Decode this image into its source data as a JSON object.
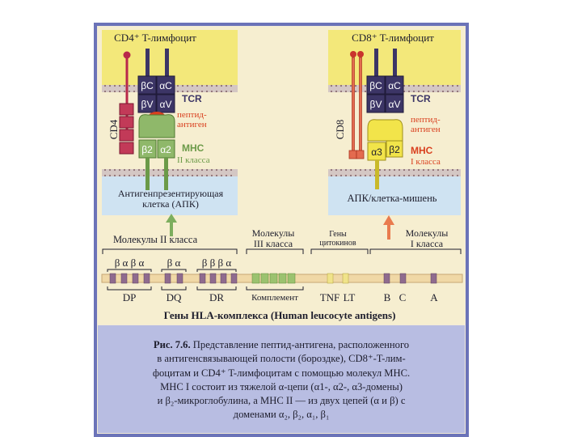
{
  "left_panel": {
    "title": "CD4⁺ T-лимфоцит",
    "coreceptor": "CD4",
    "tcr": "TCR",
    "beta_c": "βC",
    "alpha_c": "αC",
    "beta_v": "βV",
    "alpha_v": "αV",
    "peptide_1": "пептид-",
    "peptide_2": "антиген",
    "mhc": "MHC",
    "mhc_class": "II класса",
    "dom_1": "β2",
    "dom_2": "α2",
    "apc_1": "Антигенпрезентирующая",
    "apc_2": "клетка (АПК)"
  },
  "right_panel": {
    "title": "CD8⁺ T-лимфоцит",
    "coreceptor": "CD8",
    "tcr": "TCR",
    "beta_c": "βC",
    "alpha_c": "αC",
    "beta_v": "βV",
    "alpha_v": "αV",
    "peptide_1": "пептид-",
    "peptide_2": "антиген",
    "mhc": "MHC",
    "mhc_class": "I класса",
    "dom_1": "α3",
    "dom_2": "β2",
    "apc": "АПК/клетка-мишень"
  },
  "gene_map": {
    "class2": "Молекулы  II класса",
    "class3_1": "Молекулы",
    "class3_2": "III класса",
    "cyto_1": "Гены",
    "cyto_2": "цитокинов",
    "class1_1": "Молекулы",
    "class1_2": "I класса",
    "dp_greek": "β α β α",
    "dq_greek": "β α",
    "dr_greek": "β β β α",
    "dp": "DP",
    "dq": "DQ",
    "dr": "DR",
    "complement": "Комплемент",
    "tnf": "TNF",
    "lt": "LT",
    "b": "B",
    "c": "C",
    "a": "A",
    "footer": "Гены HLA-комплекса (Human leucocyte antigens)"
  },
  "caption": {
    "title": "Рис. 7.6.",
    "line1": "Представление пептид-антигена, расположенного",
    "line2": "в антигенсвязывающей полости (бороздке), CD8⁺-T-лим-",
    "line3": "фоцитам и CD4⁺ T-лимфоцитам с помощью молекул MHC.",
    "line4": "MHC I состоит из тяжелой α-цепи (α1-, α2-, α3-домены)",
    "line5": "и β₂-микроглобулина, а MHC II — из двух цепей (α и β) с",
    "line6": "доменами α₂, β₂, α₁, β₁"
  },
  "colors": {
    "frame": "#6b73b8",
    "yellow": "#f5e98a",
    "membrane": "#cfc2c6",
    "tcr_purple": "#3c3566",
    "mhc_green": "#8fb86a",
    "mhc1_yellow": "#f2e44a",
    "coreceptor_red": "#b8284a",
    "peptide_red": "#d9401f",
    "light_blue": "#cfe3f2"
  }
}
